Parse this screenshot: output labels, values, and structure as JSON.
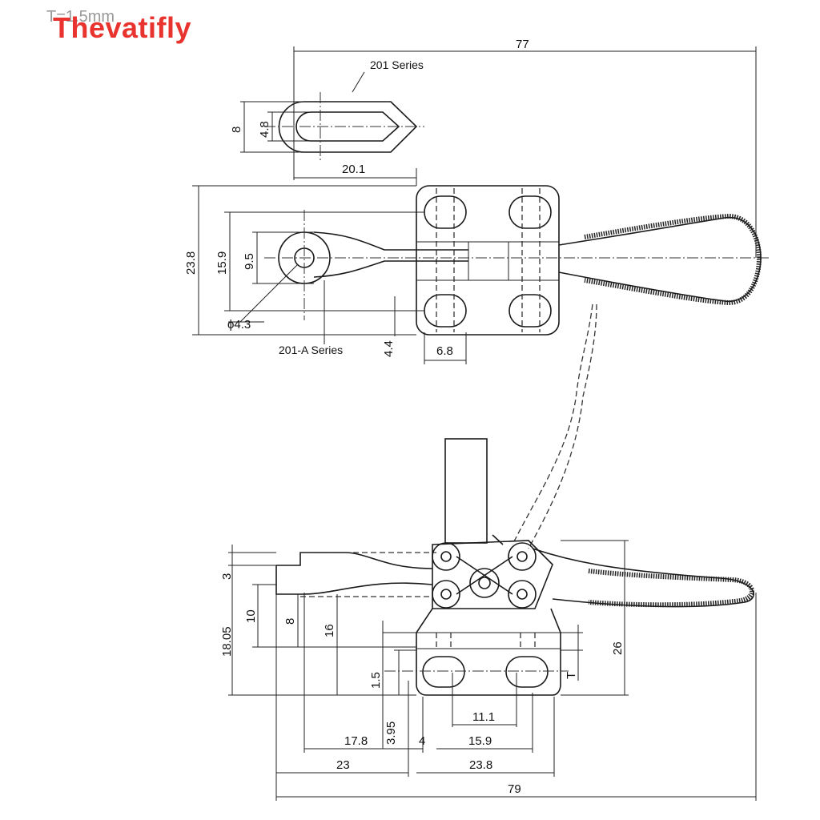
{
  "watermark": {
    "brand": "Thevatifly",
    "thickness_note": "T=1.5mm"
  },
  "labels": {
    "series_201": "201 Series",
    "series_201a": "201-A Series"
  },
  "top_view": {
    "overall_length": "77",
    "slot_height": "8",
    "slot_width": "4.8",
    "arm_length": "20.1",
    "base_height": "23.8",
    "hole_spacing": "15.9",
    "eye_width": "9.5",
    "eye_hole": "ϕ4.3",
    "edge_offset": "4.4",
    "hole_pitch": "6.8"
  },
  "side_view": {
    "top_offset": "3",
    "arm_height": "10",
    "total_height": "18.05",
    "bar_height": "8",
    "pivot_height": "16",
    "base_gap": "1.5",
    "thickness": "T",
    "slot_length": "11.1",
    "base_offset": "3.95",
    "arm_reach": "17.8",
    "flange": "4",
    "hole_spacing": "15.9",
    "reach": "23",
    "base_width": "23.8",
    "overall_length": "79",
    "height": "26"
  }
}
